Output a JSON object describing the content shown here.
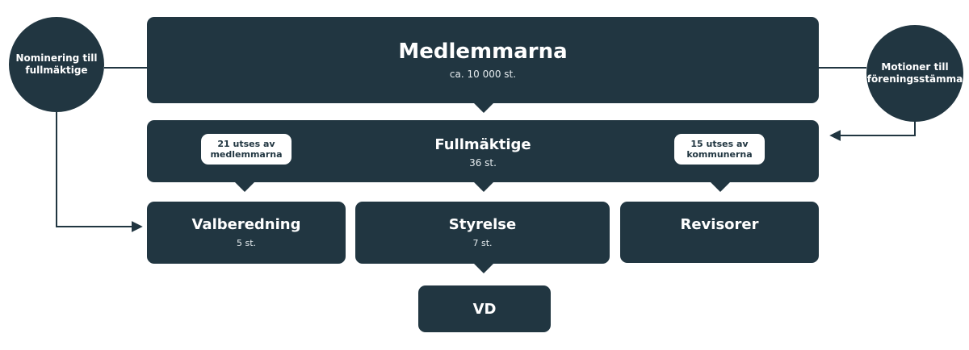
{
  "members": {
    "title": "Medlemmarna",
    "sub": "ca. 10 000 st."
  },
  "council": {
    "title": "Fullmäktige",
    "sub": "36 st.",
    "left_note": [
      "21 utses av",
      "medlemmarna"
    ],
    "right_note": [
      "15 utses av",
      "kommunerna"
    ]
  },
  "nomination": {
    "label": [
      "Nominering till",
      "fullmäktige"
    ]
  },
  "motions": {
    "label": [
      "Motioner till",
      "föreningsstämma"
    ]
  },
  "nomination_committee": {
    "title": "Valberedning",
    "sub": "5 st."
  },
  "board": {
    "title": "Styrelse",
    "sub": "7 st."
  },
  "auditors": {
    "title": "Revisorer"
  },
  "ceo": {
    "title": "VD"
  },
  "colors": {
    "box": "#213641",
    "text": "#ffffff",
    "pill": "#ffffff"
  }
}
